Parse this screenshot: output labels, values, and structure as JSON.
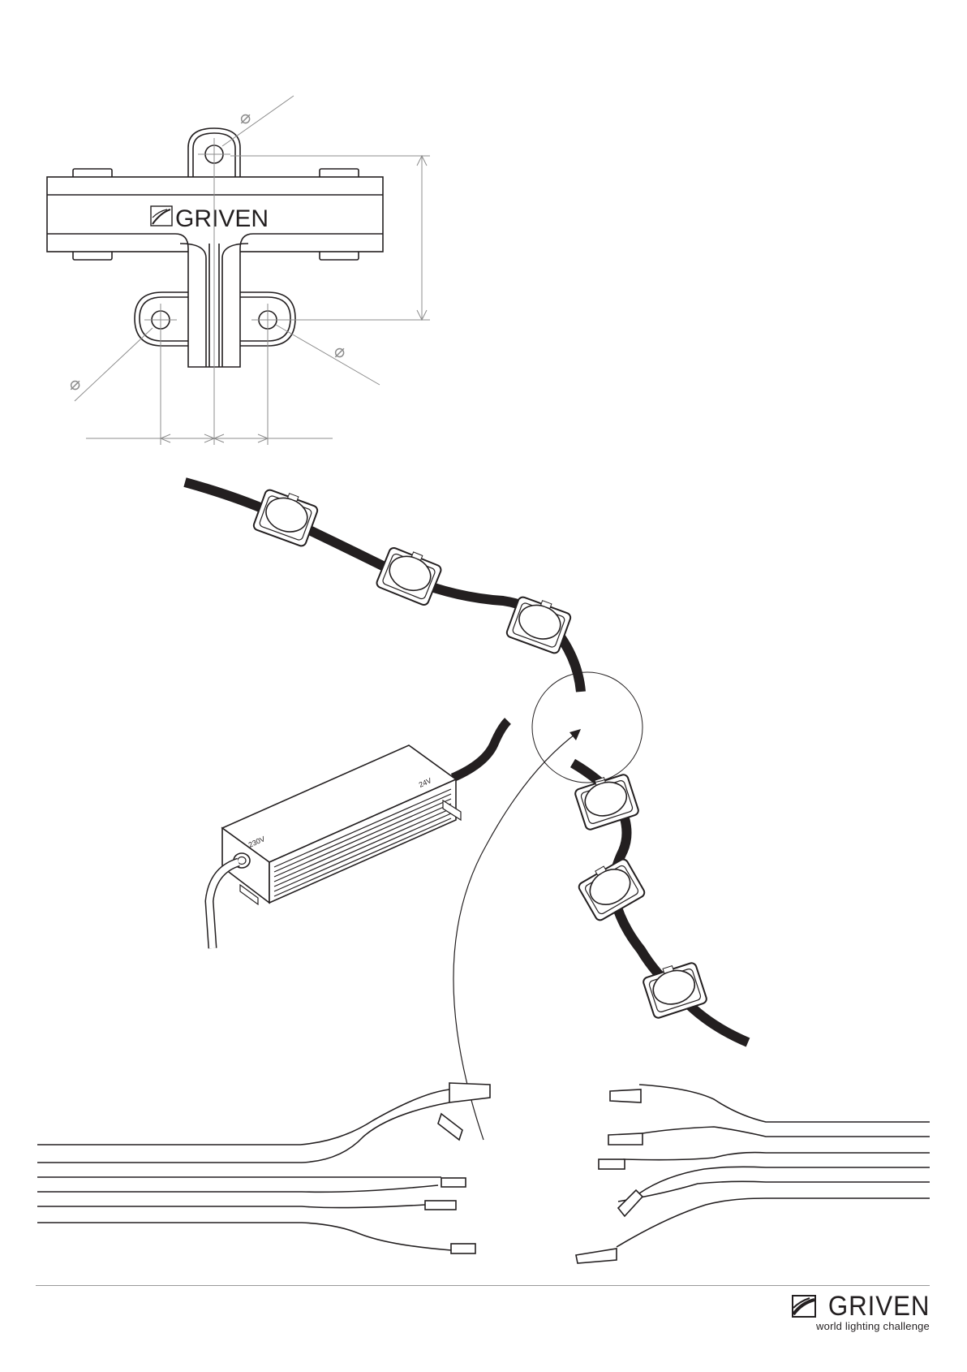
{
  "brand": {
    "name": "GRIVEN",
    "tagline": "world lighting challenge"
  },
  "bracket": {
    "logo_text": "GRIVEN",
    "diameter_symbol": "⌀"
  },
  "driver": {
    "input_label": "230V",
    "output_label": "24V"
  },
  "colors": {
    "line": "#231f20",
    "dimension": "#8c8c8c",
    "cable": "#231f20"
  }
}
